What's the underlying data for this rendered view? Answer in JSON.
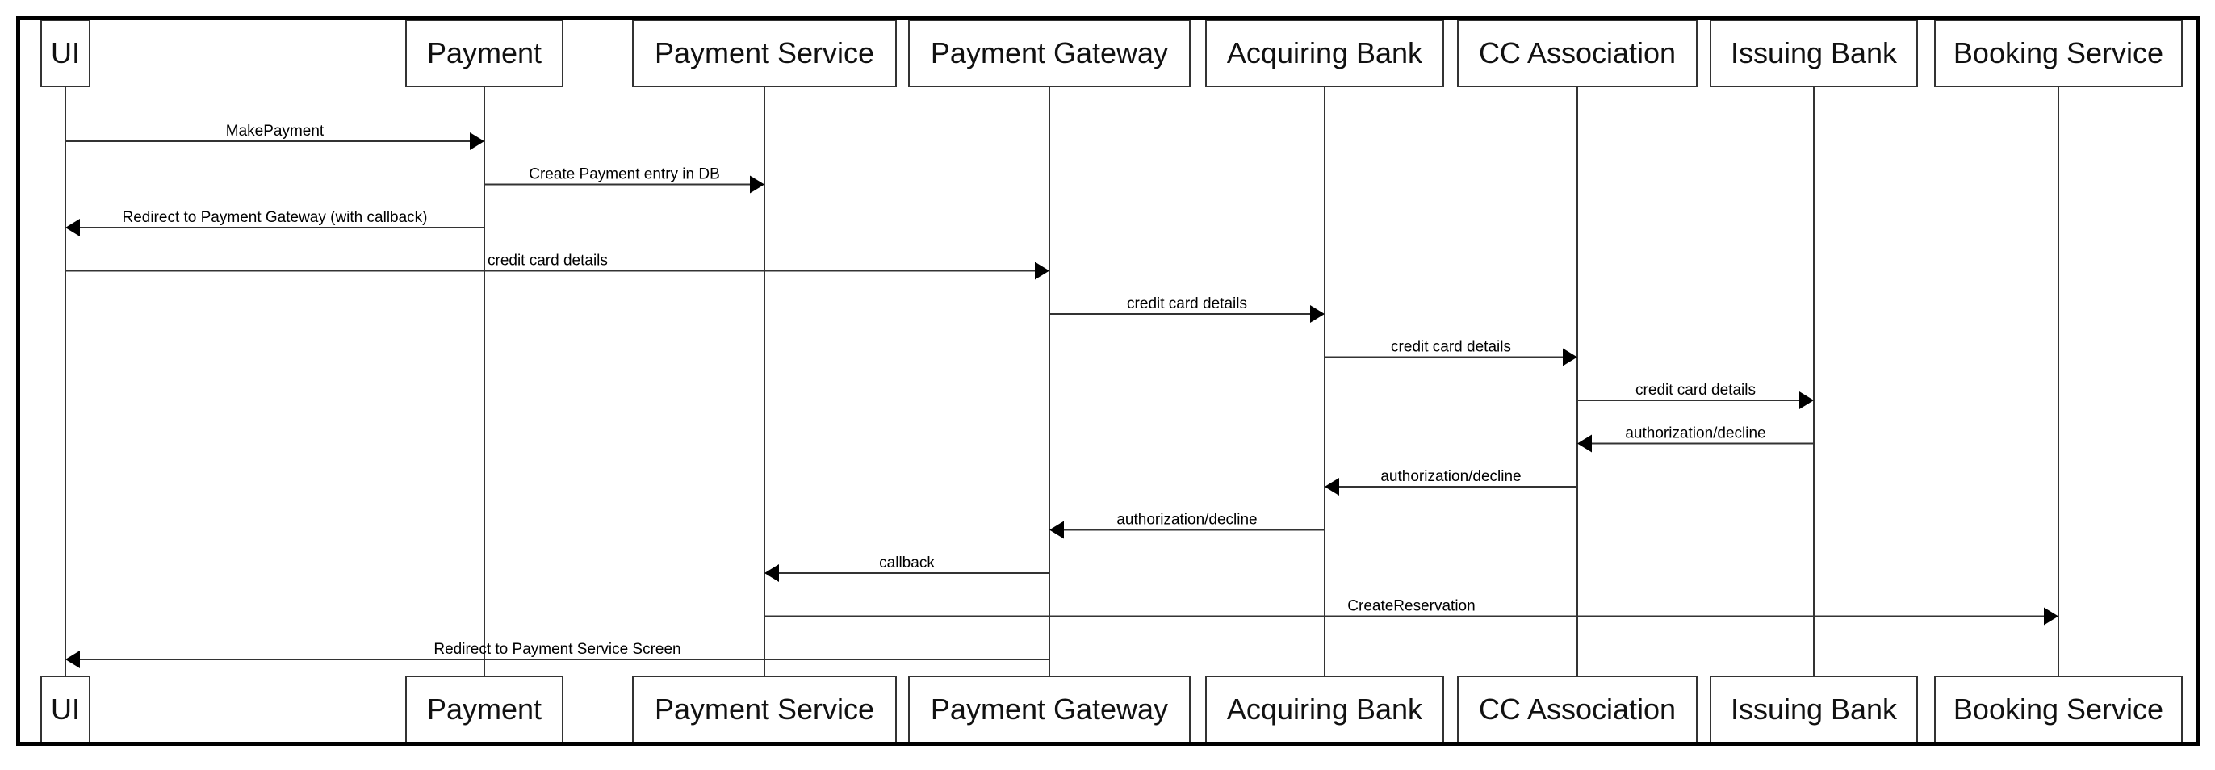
{
  "diagram": {
    "participants": [
      {
        "id": "ui",
        "label": "UI"
      },
      {
        "id": "payment",
        "label": "Payment"
      },
      {
        "id": "payment-service",
        "label": "Payment Service"
      },
      {
        "id": "payment-gateway",
        "label": "Payment Gateway"
      },
      {
        "id": "acquiring-bank",
        "label": "Acquiring Bank"
      },
      {
        "id": "cc-association",
        "label": "CC Association"
      },
      {
        "id": "issuing-bank",
        "label": "Issuing Bank"
      },
      {
        "id": "booking-service",
        "label": "Booking Service"
      }
    ],
    "messages": [
      {
        "from": "ui",
        "to": "payment",
        "label": "MakePayment"
      },
      {
        "from": "payment",
        "to": "payment-service",
        "label": "Create Payment entry  in DB"
      },
      {
        "from": "payment",
        "to": "ui",
        "label": "Redirect to Payment Gateway (with callback)"
      },
      {
        "from": "ui",
        "to": "payment-gateway",
        "label": "credit card details"
      },
      {
        "from": "payment-gateway",
        "to": "acquiring-bank",
        "label": "credit card details"
      },
      {
        "from": "acquiring-bank",
        "to": "cc-association",
        "label": "credit card details"
      },
      {
        "from": "cc-association",
        "to": "issuing-bank",
        "label": "credit card details"
      },
      {
        "from": "issuing-bank",
        "to": "cc-association",
        "label": "authorization/decline"
      },
      {
        "from": "cc-association",
        "to": "acquiring-bank",
        "label": "authorization/decline"
      },
      {
        "from": "acquiring-bank",
        "to": "payment-gateway",
        "label": "authorization/decline"
      },
      {
        "from": "payment-gateway",
        "to": "payment-service",
        "label": "callback"
      },
      {
        "from": "payment-service",
        "to": "booking-service",
        "label": "CreateReservation"
      },
      {
        "from": "payment-gateway",
        "to": "ui",
        "label": "Redirect to Payment Service Screen"
      }
    ]
  }
}
